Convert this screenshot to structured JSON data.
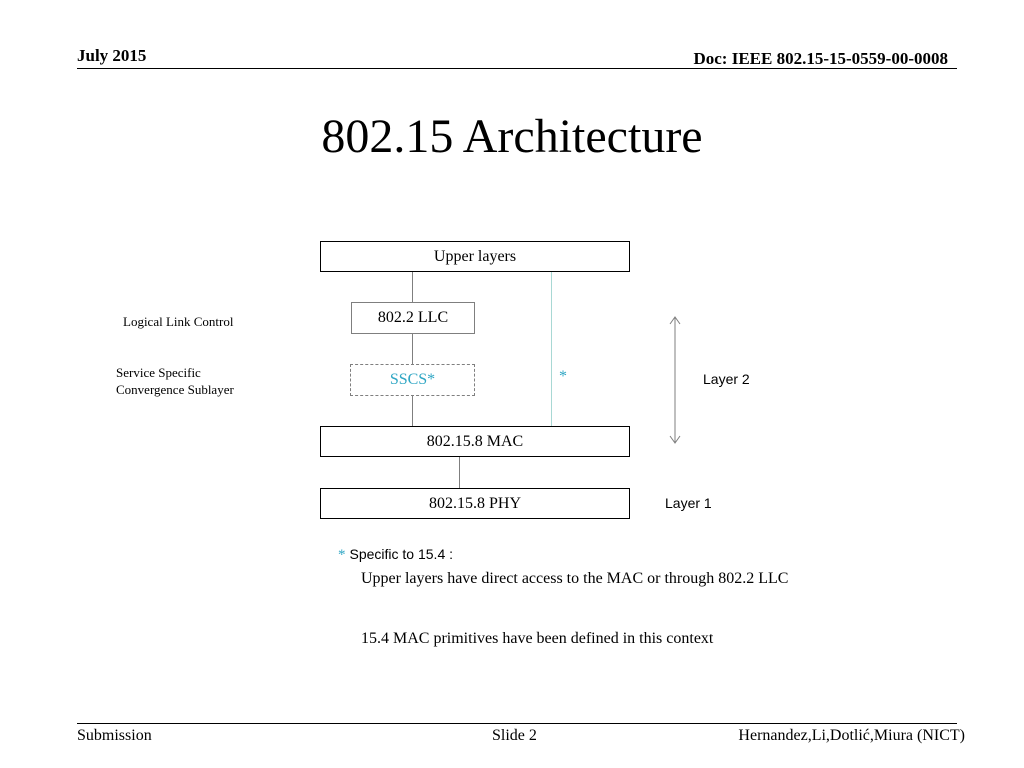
{
  "header": {
    "date": "July 2015",
    "doc": "Doc: IEEE 802.15-15-0559-00-0008"
  },
  "title": "802.15 Architecture",
  "diagram": {
    "upper_layers": "Upper layers",
    "llc": "802.2 LLC",
    "sscs": "SSCS*",
    "mac": "802.15.8 MAC",
    "phy": "802.15.8 PHY",
    "asterisk": "*",
    "label_llc": "Logical Link Control",
    "label_sscs_line1": "Service Specific",
    "label_sscs_line2": "Convergence Sublayer",
    "layer2": "Layer 2",
    "layer1": "Layer 1"
  },
  "notes": {
    "star": "*",
    "heading": "Specific to 15.4 :",
    "line1": "Upper layers have direct access to the MAC or through 802.2 LLC",
    "line2": "15.4 MAC primitives have been defined in this context"
  },
  "footer": {
    "left": "Submission",
    "center": "Slide 2",
    "right": "Hernandez,Li,Dotlić,Miura (NICT)"
  },
  "colors": {
    "accent": "#2fa6c4",
    "teal_line": "#a8d8d4",
    "connector": "#7f7f7f"
  }
}
